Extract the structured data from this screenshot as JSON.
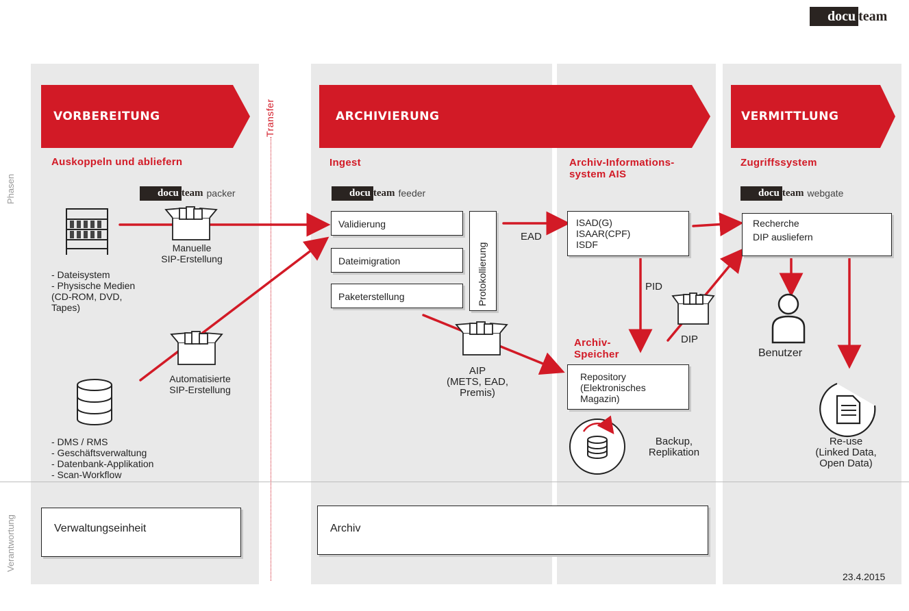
{
  "logo": {
    "part1": "docu",
    "part2": "team"
  },
  "side_labels": {
    "phasen": "Phasen",
    "verantwortung": "Verantwortung"
  },
  "transfer_label": "Transfer",
  "phases": [
    {
      "title": "VORBEREITUNG"
    },
    {
      "title": "ARCHIVIERUNG"
    },
    {
      "title": "VERMITTLUNG"
    }
  ],
  "sections": {
    "auskoppeln": "Auskoppeln und abliefern",
    "ingest": "Ingest",
    "ais_line1": "Archiv-Informations-",
    "ais_line2": "system AIS",
    "zugriff": "Zugriffssystem",
    "speicher_line1": "Archiv-",
    "speicher_line2": "Speicher"
  },
  "tools": {
    "packer": "packer",
    "feeder": "feeder",
    "webgate": "webgate"
  },
  "sources": {
    "files": [
      "- Dateisystem",
      "- Physische Medien",
      "(CD-ROM, DVD,",
      "Tapes)"
    ],
    "systems": [
      "- DMS / RMS",
      "- Geschäftsverwaltung",
      "- Datenbank-Applikation",
      "- Scan-Workflow"
    ]
  },
  "sip": {
    "manual": [
      "Manuelle",
      "SIP-Erstellung"
    ],
    "auto": [
      "Automatisierte",
      "SIP-Erstellung"
    ]
  },
  "ingest_steps": [
    "Validierung",
    "Dateimigration",
    "Paketerstellung"
  ],
  "protokoll": "Protokollierung",
  "ead": "EAD",
  "aip": [
    "AIP",
    "(METS, EAD,",
    "Premis)"
  ],
  "ais_items": [
    "ISAD(G)",
    "ISAAR(CPF)",
    "ISDF"
  ],
  "pid": "PID",
  "dip": "DIP",
  "repository": [
    "Repository",
    "(Elektronisches",
    "Magazin)"
  ],
  "backup": [
    "Backup,",
    "Replikation"
  ],
  "access_items": [
    "Recherche",
    "DIP ausliefern"
  ],
  "benutzer": "Benutzer",
  "reuse": [
    "Re-use",
    "(Linked Data,",
    "Open Data)"
  ],
  "responsibility": [
    "Verwaltungseinheit",
    "Archiv"
  ],
  "date": "23.4.2015",
  "colors": {
    "accent": "#d21a26",
    "panel": "#e9e9e9",
    "dark": "#2a2421"
  }
}
